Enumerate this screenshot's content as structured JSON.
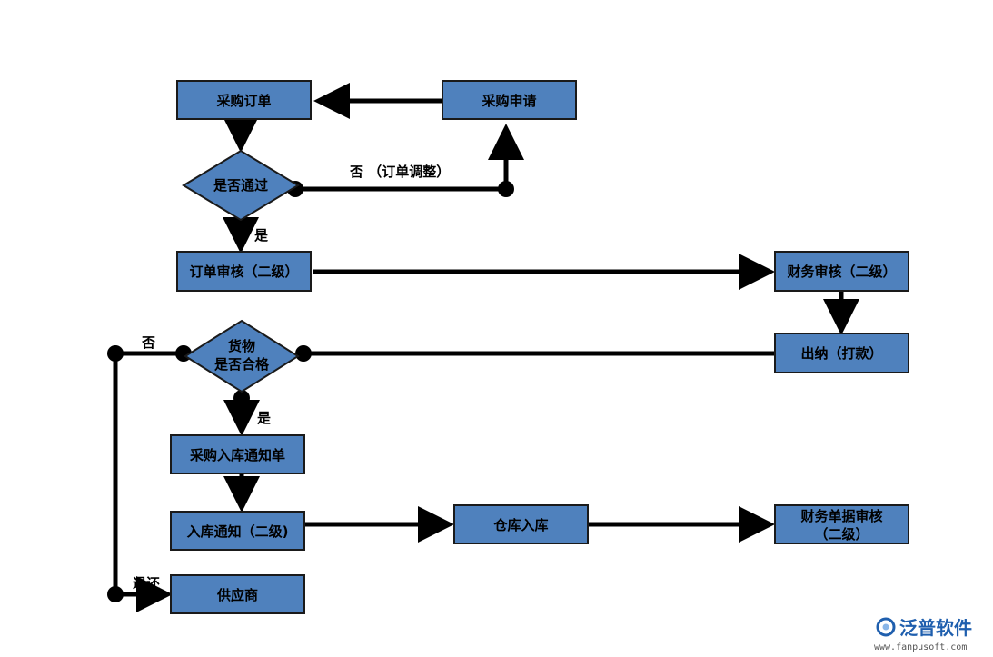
{
  "nodes": {
    "purchase_order": "采购订单",
    "purchase_request": "采购申请",
    "approved_decision": "是否通过",
    "order_review": "订单审核（二级）",
    "finance_review": "财务审核（二级）",
    "cashier": "出纳（打款）",
    "goods_decision_line1": "货物",
    "goods_decision_line2": "是否合格",
    "warehouse_notice": "采购入库通知单",
    "warehousing_notice": "入库通知（二级)",
    "warehousing": "仓库入库",
    "finance_doc_review_line1": "财务单据审核",
    "finance_doc_review_line2": "（二级）",
    "supplier": "供应商"
  },
  "edges": {
    "no_order_adjust": "否 （订单调整）",
    "yes_1": "是",
    "no_2": "否",
    "yes_2": "是",
    "return": "退还"
  },
  "watermark": {
    "brand": "泛普软件",
    "url": "www.fanpusoft.com"
  },
  "colors": {
    "box_fill": "#4f81bd",
    "box_stroke": "#1a1a1a",
    "line": "#000000"
  }
}
